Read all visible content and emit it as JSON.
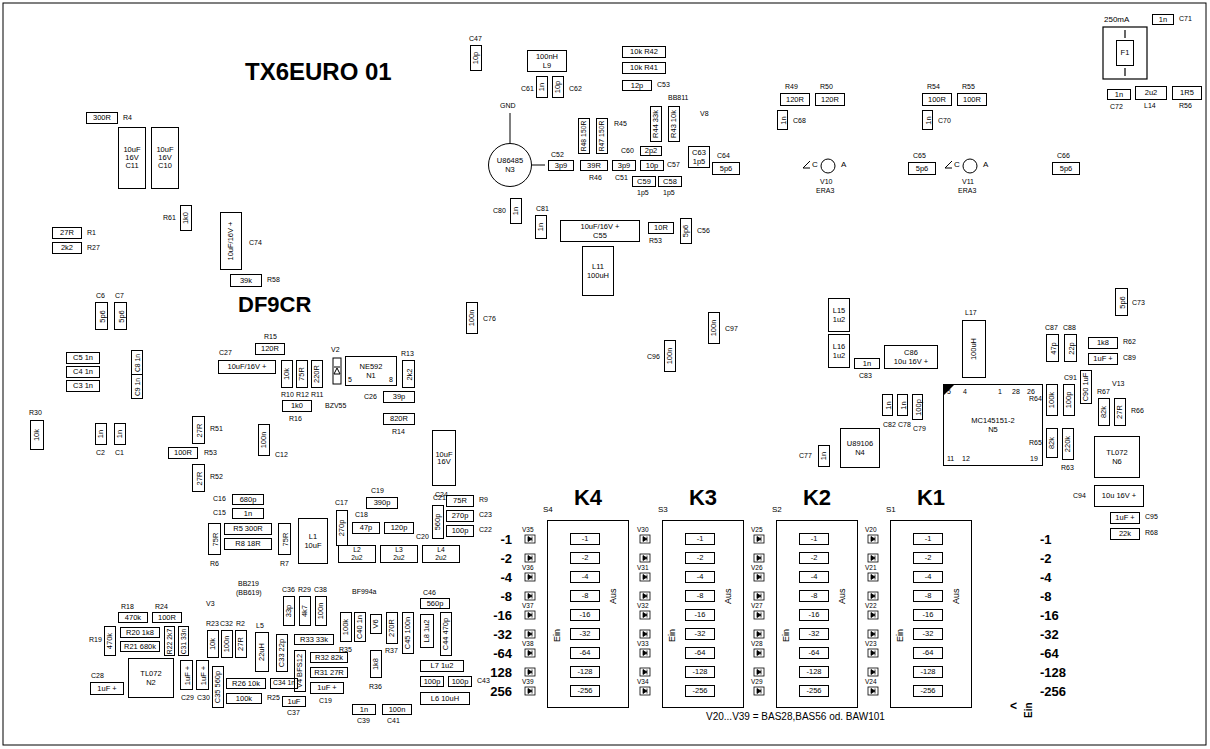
{
  "diagram": {
    "title": "TX6EURO 01",
    "nodes": [
      {
        "text": [
          "300R",
          "R4"
        ]
      },
      {
        "text": [
          "10uF 16V",
          "C11"
        ]
      },
      {
        "text": [
          "10uF 16V",
          "C10"
        ]
      },
      {
        "text": [
          "27R",
          "R1"
        ]
      },
      {
        "text": [
          "2k2",
          "R27"
        ]
      },
      {
        "text": [
          "10uF/16V +",
          "C74"
        ]
      },
      {
        "text": [
          "39k",
          "R58"
        ]
      },
      {
        "text": [
          "1k0",
          "R61"
        ]
      },
      {
        "text": [
          "5p6",
          "C6"
        ]
      },
      {
        "text": [
          "5p6",
          "C7"
        ]
      },
      {
        "text": [
          "C5",
          "1n"
        ]
      },
      {
        "text": [
          "C4",
          "1n"
        ]
      },
      {
        "text": [
          "C3",
          "1n"
        ]
      },
      {
        "text": [
          "C8",
          "1n"
        ]
      },
      {
        "text": [
          "C9",
          "1n"
        ]
      },
      {
        "text": [
          "1n",
          "C2"
        ]
      },
      {
        "text": [
          "1n",
          "C1"
        ]
      },
      {
        "text": [
          "10k",
          "R30"
        ]
      },
      {
        "text": [
          "27R",
          "R51"
        ]
      },
      {
        "text": [
          "100R",
          "R53"
        ]
      },
      {
        "text": [
          "27R",
          "R52"
        ]
      },
      {
        "text": [
          "100n",
          "C12"
        ]
      },
      {
        "text": [
          "10uF/16V +",
          "C27"
        ]
      },
      {
        "text": [
          "120R",
          "R15"
        ]
      },
      {
        "text": [
          "10k",
          "R10"
        ]
      },
      {
        "text": [
          "75R",
          "R12"
        ]
      },
      {
        "text": [
          "220R",
          "R11"
        ]
      },
      {
        "text": [
          "1k0",
          "R16"
        ]
      },
      {
        "text": [
          "NE592",
          "N1"
        ]
      },
      {
        "text": [
          "2k2",
          "R13"
        ]
      },
      {
        "text": [
          "39p",
          "C26"
        ]
      },
      {
        "text": [
          "820R",
          "R14"
        ]
      },
      {
        "text": [
          "10uF 16V",
          "C24"
        ]
      },
      {
        "text": [
          "680p",
          "C16"
        ]
      },
      {
        "text": [
          "1n",
          "C15"
        ]
      },
      {
        "text": [
          "R5",
          "300R"
        ]
      },
      {
        "text": [
          "R8",
          "18R"
        ]
      },
      {
        "text": [
          "75R",
          "R6"
        ]
      },
      {
        "text": [
          "75R",
          "R7"
        ]
      },
      {
        "text": [
          "L1",
          "10uF"
        ]
      },
      {
        "text": [
          "270p",
          "C17"
        ]
      },
      {
        "text": [
          "47p",
          "C18"
        ]
      },
      {
        "text": [
          "390p",
          "C19"
        ]
      },
      {
        "text": [
          "120p"
        ]
      },
      {
        "text": [
          "560p",
          "C21"
        ]
      },
      {
        "text": [
          "75R",
          "R9"
        ]
      },
      {
        "text": [
          "270p",
          "C23"
        ]
      },
      {
        "text": [
          "100p",
          "C22"
        ]
      },
      {
        "text": [
          "L2",
          "2u2"
        ]
      },
      {
        "text": [
          "L3",
          "2u2"
        ]
      },
      {
        "text": [
          "L4",
          "2u2"
        ]
      },
      {
        "text": [
          "470k",
          "R18"
        ]
      },
      {
        "text": [
          "100R",
          "R24"
        ]
      },
      {
        "text": [
          "470k",
          "R19"
        ]
      },
      {
        "text": [
          "R20",
          "1k8"
        ]
      },
      {
        "text": [
          "R21",
          "680k"
        ]
      },
      {
        "text": [
          "R22",
          "2k7"
        ]
      },
      {
        "text": [
          "C31",
          "33n"
        ]
      },
      {
        "text": [
          "TL072",
          "N2"
        ]
      },
      {
        "text": [
          "1uF +",
          "C28"
        ]
      },
      {
        "text": [
          "1uF +",
          "C29"
        ]
      },
      {
        "text": [
          "1uF +",
          "C30"
        ]
      },
      {
        "text": [
          "10k",
          "R23"
        ]
      },
      {
        "text": [
          "100n",
          "C32"
        ]
      },
      {
        "text": [
          "27R",
          "R2"
        ]
      },
      {
        "text": [
          "22uH",
          "L5"
        ]
      },
      {
        "text": [
          "C33",
          "22p"
        ]
      },
      {
        "text": [
          "33p",
          "C36"
        ]
      },
      {
        "text": [
          "4k7",
          "R29"
        ]
      },
      {
        "text": [
          "100n",
          "C38"
        ]
      },
      {
        "text": [
          "R33",
          "33k"
        ]
      },
      {
        "text": [
          "V4",
          "BFS12"
        ]
      },
      {
        "text": [
          "R32",
          "82k"
        ]
      },
      {
        "text": [
          "R31",
          "27R"
        ]
      },
      {
        "text": [
          "1uF +",
          "C19"
        ]
      },
      {
        "text": [
          "C35",
          "560p"
        ]
      },
      {
        "text": [
          "R26",
          "10k"
        ]
      },
      {
        "text": [
          "C34",
          "1n"
        ]
      },
      {
        "text": [
          "100k",
          "R25"
        ]
      },
      {
        "text": [
          "1uF",
          "C37"
        ]
      },
      {
        "text": [
          "1n",
          "C39"
        ]
      },
      {
        "text": [
          "100n",
          "C41"
        ]
      },
      {
        "text": [
          "100k",
          "R35"
        ]
      },
      {
        "text": [
          "C40",
          "1n"
        ]
      },
      {
        "text": [
          "V6"
        ]
      },
      {
        "text": [
          "270R",
          "R37"
        ]
      },
      {
        "text": [
          "C45",
          "100n"
        ]
      },
      {
        "text": [
          "560p",
          "C46"
        ]
      },
      {
        "text": [
          "L8",
          "1u2"
        ]
      },
      {
        "text": [
          "C44",
          "470p"
        ]
      },
      {
        "text": [
          "1k8",
          "R36"
        ]
      },
      {
        "text": [
          "L7",
          "1u2"
        ]
      },
      {
        "text": [
          "100p"
        ]
      },
      {
        "text": [
          "100p",
          "C43"
        ]
      },
      {
        "text": [
          "L6",
          "10uH"
        ]
      },
      {
        "text": [
          "10p",
          "C47"
        ]
      },
      {
        "text": [
          "100nH",
          "L9"
        ]
      },
      {
        "text": [
          "1n",
          "C61"
        ]
      },
      {
        "text": [
          "10p",
          "C62"
        ]
      },
      {
        "text": [
          "10k",
          "R42"
        ]
      },
      {
        "text": [
          "10k",
          "R41"
        ]
      },
      {
        "text": [
          "12p",
          "C53"
        ]
      },
      {
        "text": [
          "U86485",
          "N3"
        ]
      },
      {
        "text": [
          "R48",
          "150R"
        ]
      },
      {
        "text": [
          "R47",
          "150R"
        ]
      },
      {
        "text": [
          "R44",
          "33k"
        ]
      },
      {
        "text": [
          "R43",
          "10k"
        ]
      },
      {
        "text": [
          "3p9",
          "C52"
        ]
      },
      {
        "text": [
          "39R",
          "R46"
        ]
      },
      {
        "text": [
          "3p9",
          "C51"
        ]
      },
      {
        "text": [
          "2p2",
          "C60"
        ]
      },
      {
        "text": [
          "10p",
          "C57"
        ]
      },
      {
        "text": [
          "C59",
          "1p5"
        ]
      },
      {
        "text": [
          "C58",
          "1p5"
        ]
      },
      {
        "text": [
          "C63",
          "1p5"
        ]
      },
      {
        "text": [
          "1n",
          "C80"
        ]
      },
      {
        "text": [
          "1n",
          "C81"
        ]
      },
      {
        "text": [
          "10uF/16V +",
          "C55"
        ]
      },
      {
        "text": [
          "10R",
          "R53"
        ]
      },
      {
        "text": [
          "5p6",
          "C56"
        ]
      },
      {
        "text": [
          "L11",
          "100uH"
        ]
      },
      {
        "text": [
          "100n",
          "C76"
        ]
      },
      {
        "text": [
          "100n",
          "C96"
        ]
      },
      {
        "text": [
          "100n",
          "C97"
        ]
      },
      {
        "text": [
          "120R",
          "R49"
        ]
      },
      {
        "text": [
          "120R",
          "R50"
        ]
      },
      {
        "text": [
          "1n",
          "C68"
        ]
      },
      {
        "text": [
          "100R",
          "R54"
        ]
      },
      {
        "text": [
          "100R",
          "R55"
        ]
      },
      {
        "text": [
          "1n",
          "C70"
        ]
      },
      {
        "text": [
          "5p6",
          "C64"
        ]
      },
      {
        "text": [
          "5p6",
          "C65"
        ]
      },
      {
        "text": [
          "5p6",
          "C66"
        ]
      },
      {
        "text": [
          "F1"
        ]
      },
      {
        "text": [
          "1n",
          "C71"
        ]
      },
      {
        "text": [
          "1n",
          "C72"
        ]
      },
      {
        "text": [
          "2u2",
          "L14"
        ]
      },
      {
        "text": [
          "1R5",
          "R56"
        ]
      },
      {
        "text": [
          "L15",
          "1u2"
        ]
      },
      {
        "text": [
          "L16",
          "1u2"
        ]
      },
      {
        "text": [
          "1n",
          "C83"
        ]
      },
      {
        "text": [
          "C86",
          "10u 16V +"
        ]
      },
      {
        "text": [
          "100uH",
          "L17"
        ]
      },
      {
        "text": [
          "MC145151-2",
          "N5"
        ]
      },
      {
        "text": [
          "U89106",
          "N4"
        ]
      },
      {
        "text": [
          "1n",
          "C82"
        ]
      },
      {
        "text": [
          "1n",
          "C78"
        ]
      },
      {
        "text": [
          "100p",
          "C79"
        ]
      },
      {
        "text": [
          "1n",
          "C77"
        ]
      },
      {
        "text": [
          "5p6",
          "C73"
        ]
      },
      {
        "text": [
          "47p",
          "C87"
        ]
      },
      {
        "text": [
          "22p",
          "C88"
        ]
      },
      {
        "text": [
          "1k8",
          "R62"
        ]
      },
      {
        "text": [
          "1uF +",
          "C89"
        ]
      },
      {
        "text": [
          "100k",
          "R64"
        ]
      },
      {
        "text": [
          "100p",
          "C91"
        ]
      },
      {
        "text": [
          "C90",
          "1uF"
        ]
      },
      {
        "text": [
          "82k",
          "R67"
        ]
      },
      {
        "text": [
          "27R",
          "R66"
        ]
      },
      {
        "text": [
          "82k",
          "R65"
        ]
      },
      {
        "text": [
          "220k",
          "R63"
        ]
      },
      {
        "text": [
          "TL072",
          "N6"
        ]
      },
      {
        "text": [
          "10u 16V +",
          "C94"
        ]
      },
      {
        "text": [
          "1uF +",
          "C95"
        ]
      },
      {
        "text": [
          "22k",
          "R68"
        ]
      },
      {
        "text": [
          "K4"
        ]
      },
      {
        "text": [
          "-1"
        ],
        "in": 165
      },
      {
        "text": [
          "-2"
        ],
        "in": 165
      },
      {
        "text": [
          "-4"
        ],
        "in": 165
      },
      {
        "text": [
          "-8"
        ],
        "in": 165
      },
      {
        "text": [
          "-16"
        ],
        "in": 165
      },
      {
        "text": [
          "-32"
        ],
        "in": 165
      },
      {
        "text": [
          "-64"
        ],
        "in": 165
      },
      {
        "text": [
          "-128"
        ],
        "in": 165
      },
      {
        "text": [
          "-256"
        ],
        "in": 165
      },
      {
        "text": [
          "K3"
        ]
      },
      {
        "text": [
          "-1"
        ],
        "in": 175
      },
      {
        "text": [
          "-2"
        ],
        "in": 175
      },
      {
        "text": [
          "-4"
        ],
        "in": 175
      },
      {
        "text": [
          "-8"
        ],
        "in": 175
      },
      {
        "text": [
          "-16"
        ],
        "in": 175
      },
      {
        "text": [
          "-32"
        ],
        "in": 175
      },
      {
        "text": [
          "-64"
        ],
        "in": 175
      },
      {
        "text": [
          "-128"
        ],
        "in": 175
      },
      {
        "text": [
          "-256"
        ],
        "in": 175
      },
      {
        "text": [
          "K2"
        ]
      },
      {
        "text": [
          "-1"
        ],
        "in": 185
      },
      {
        "text": [
          "-2"
        ],
        "in": 185
      },
      {
        "text": [
          "-4"
        ],
        "in": 185
      },
      {
        "text": [
          "-8"
        ],
        "in": 185
      },
      {
        "text": [
          "-16"
        ],
        "in": 185
      },
      {
        "text": [
          "-32"
        ],
        "in": 185
      },
      {
        "text": [
          "-64"
        ],
        "in": 185
      },
      {
        "text": [
          "-128"
        ],
        "in": 185
      },
      {
        "text": [
          "-256"
        ],
        "in": 185
      },
      {
        "text": [
          "K1"
        ]
      },
      {
        "text": [
          "-1"
        ],
        "in": 195
      },
      {
        "text": [
          "-2"
        ],
        "in": 195
      },
      {
        "text": [
          "-4"
        ],
        "in": 195
      },
      {
        "text": [
          "-8"
        ],
        "in": 195
      },
      {
        "text": [
          "-16"
        ],
        "in": 195
      },
      {
        "text": [
          "-32"
        ],
        "in": 195
      },
      {
        "text": [
          "-64"
        ],
        "in": 195
      },
      {
        "text": [
          "-128"
        ],
        "in": 195
      },
      {
        "text": [
          "-256"
        ],
        "in": 195
      }
    ],
    "labels": [
      "DF9CR",
      "GND",
      "5",
      "8",
      "V2",
      "BZV55",
      "C20",
      "BB219",
      "(BB619)",
      "V3",
      "BF994a",
      "BB811",
      "V8",
      "R45",
      "C",
      "A",
      "V10",
      "ERA3",
      "C",
      "A",
      "V11",
      "ERA3",
      "250mA",
      "5",
      "4",
      "1",
      "28",
      "26",
      "11",
      "12",
      "19",
      "V13",
      "S4",
      "S3",
      "S2",
      "S1",
      "Ein",
      "Aus",
      "Ein",
      "Aus",
      "Ein",
      "Aus",
      "Ein",
      "Aus",
      "V35",
      "V36",
      "V37",
      "V38",
      "V39",
      "V30",
      "V31",
      "V32",
      "V33",
      "V34",
      "V25",
      "V26",
      "V27",
      "V28",
      "V29",
      "V20",
      "V21",
      "V22",
      "V23",
      "V24",
      "-1",
      "-2",
      "-4",
      "-8",
      "-16",
      "-32",
      "-64",
      "128",
      "256",
      "-1",
      "-2",
      "-4",
      "-8",
      "-16",
      "-32",
      "-64",
      "-128",
      "-256",
      "Ein",
      "<",
      "V20...V39 = BAS28,BAS56 od. BAW101"
    ]
  }
}
